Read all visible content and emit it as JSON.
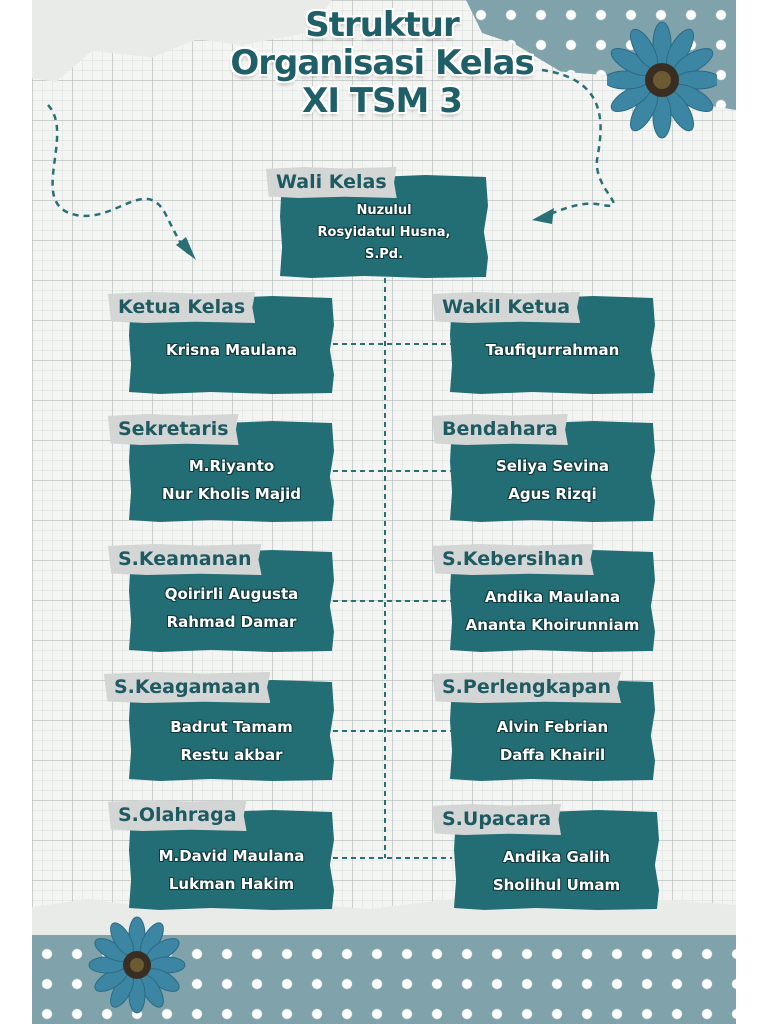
{
  "title": {
    "line1": "Struktur",
    "line2": "Organisasi Kelas",
    "line3": "XI TSM 3"
  },
  "colors": {
    "card": "#236e74",
    "label_bg": "#d4d6d5",
    "title": "#1f5f67",
    "dots_bg": "#7fa2ab"
  },
  "icons": {
    "flower": "blue-daisy-flower-icon",
    "arrow": "dashed-curved-arrow-icon"
  },
  "wali_kelas": {
    "role": "Wali Kelas",
    "names": [
      "Nuzulul",
      "Rosyidatul Husna,",
      "S.Pd."
    ]
  },
  "left": [
    {
      "role": "Ketua Kelas",
      "names": [
        "Krisna Maulana"
      ]
    },
    {
      "role": "Sekretaris",
      "names": [
        "M.Riyanto",
        "Nur Kholis Majid"
      ]
    },
    {
      "role": "S.Keamanan",
      "names": [
        "Qoirirli Augusta",
        "Rahmad Damar"
      ]
    },
    {
      "role": "S.Keagamaan",
      "names": [
        "Badrut Tamam",
        "Restu akbar"
      ]
    },
    {
      "role": "S.Olahraga",
      "names": [
        "M.David Maulana",
        "Lukman Hakim"
      ]
    }
  ],
  "right": [
    {
      "role": "Wakil Ketua",
      "names": [
        "Taufiqurrahman"
      ]
    },
    {
      "role": "Bendahara",
      "names": [
        "Seliya Sevina",
        "Agus Rizqi"
      ]
    },
    {
      "role": "S.Kebersihan",
      "names": [
        "Andika Maulana",
        "Ananta Khoirunniam"
      ]
    },
    {
      "role": "S.Perlengkapan",
      "names": [
        "Alvin Febrian",
        "Daffa Khairil"
      ]
    },
    {
      "role": "S.Upacara",
      "names": [
        "Andika Galih",
        "Sholihul Umam"
      ]
    }
  ]
}
